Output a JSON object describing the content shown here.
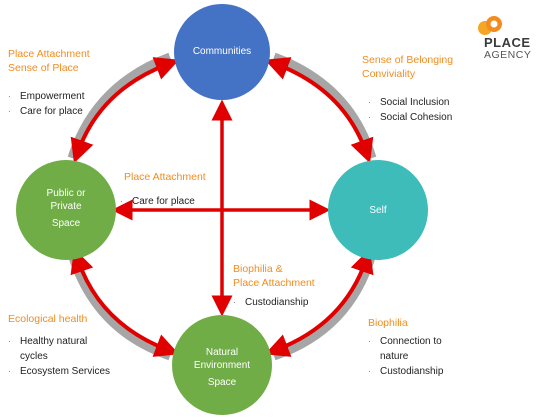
{
  "logo": {
    "line1": "PLACE",
    "line2": "AGENCY"
  },
  "nodes": {
    "communities": "Communities",
    "public_space_line1": "Public or",
    "public_space_line2": "Private",
    "public_space_line3": "Space",
    "self": "Self",
    "natural_line1": "Natural",
    "natural_line2": "Environment",
    "natural_line3": "Space"
  },
  "annotations": {
    "top_left": {
      "line1": "Place Attachment",
      "line2": "Sense of Place",
      "bullets": [
        "Empowerment",
        "Care for place"
      ]
    },
    "top_right": {
      "line1": "Sense of Belonging",
      "line2": "Conviviality",
      "bullets": [
        "Social Inclusion",
        "Social Cohesion"
      ]
    },
    "middle": {
      "line1": "Place Attachment",
      "bullets": [
        "Care for place"
      ]
    },
    "center_bottom": {
      "line1": "Biophilia &",
      "line2": "Place Attachment",
      "bullets": [
        "Custodianship"
      ]
    },
    "bottom_left": {
      "line1": "Ecological health",
      "bullets": [
        "Healthy natural",
        "cycles",
        "Ecosystem Services"
      ]
    },
    "bottom_right": {
      "line1": "Biophilia",
      "bullets": [
        "Connection to",
        "nature",
        "Custodianship"
      ]
    }
  },
  "colors": {
    "communities": "#4472c4",
    "green": "#70ad47",
    "teal": "#3dbcba",
    "arrow": "#e00000",
    "ring": "#a6a6a6",
    "annotation": "#f28c1e"
  }
}
